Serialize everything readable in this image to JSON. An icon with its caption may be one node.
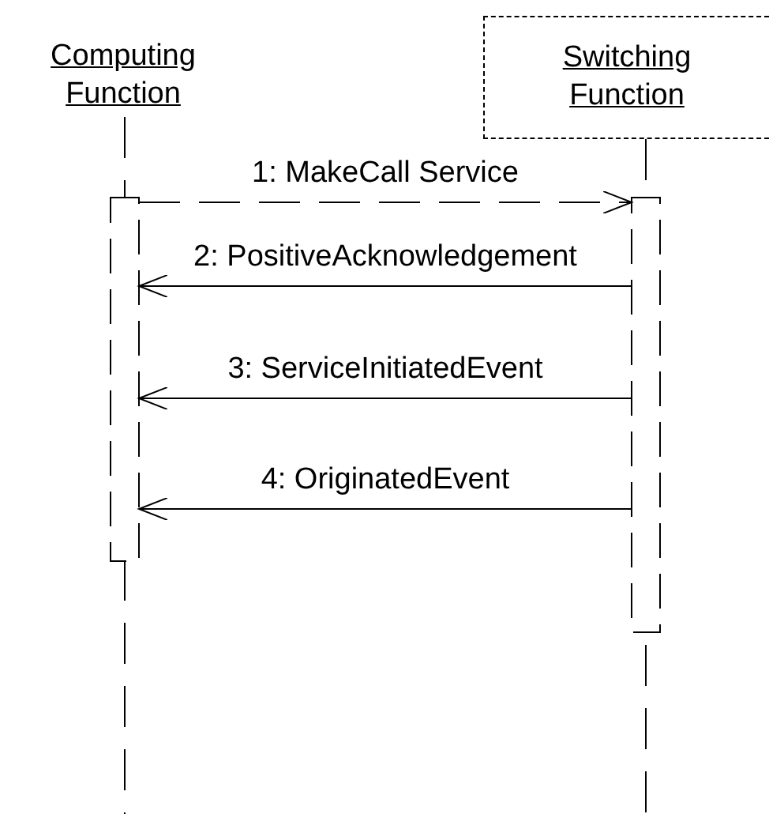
{
  "diagram": {
    "nodes": [
      {
        "text": [
          "Computing Function"
        ]
      },
      {
        "text": [
          "Switching Function"
        ]
      },
      {
        "text": [],
        "shape": "bar"
      },
      {
        "text": [],
        "shape": "bar"
      }
    ],
    "edges": [
      {
        "from": 2,
        "to": 3,
        "arrow": "to",
        "label": "1: MakeCall Service",
        "style": "dashed"
      },
      {
        "from": 3,
        "to": 2,
        "arrow": "to",
        "label": "2: PositiveAcknowledgement"
      },
      {
        "from": 3,
        "to": 2,
        "arrow": "to",
        "label": "3: ServiceInitiatedEvent"
      },
      {
        "from": 3,
        "to": 2,
        "arrow": "to",
        "label": "4: OriginatedEvent"
      }
    ]
  }
}
